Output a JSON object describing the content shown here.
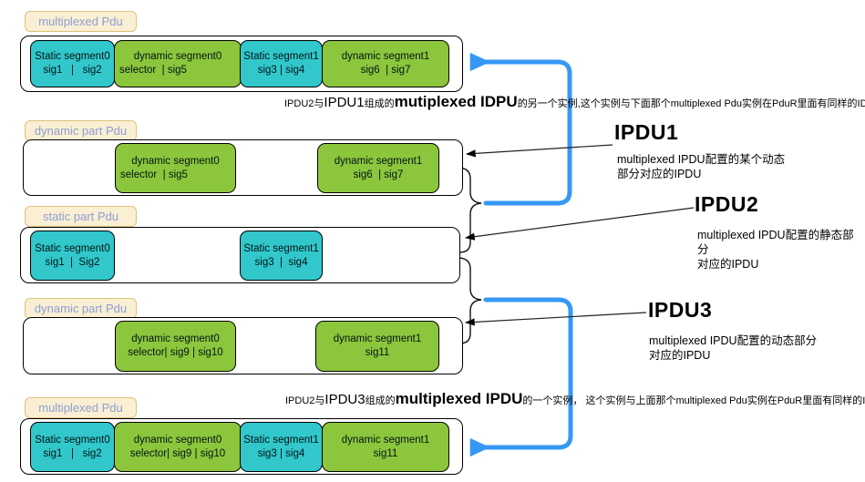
{
  "diagram": {
    "colors": {
      "static_segment": "#31c7cb",
      "dynamic_segment": "#8cc63c",
      "arrow_blue": "#3598f4",
      "label_bg": "#faefd2",
      "label_border": "#dcc27c",
      "label_text": "#8d9ed6"
    },
    "rows": [
      {
        "label": "multiplexed Pdu",
        "segments": [
          {
            "type": "static",
            "line1": "Static segment0",
            "line2": "sig1   |   sig2"
          },
          {
            "type": "dynamic",
            "line1": "dynamic segment0",
            "line2": "selector  | sig5"
          },
          {
            "type": "static",
            "line1": "Static segment1",
            "line2": "sig3 | sig4"
          },
          {
            "type": "dynamic",
            "line1": "dynamic segment1",
            "line2": "sig6  | sig7"
          }
        ]
      },
      {
        "label": "dynamic part Pdu",
        "segments": [
          {
            "type": "dynamic",
            "line1": "dynamic segment0",
            "line2": "selector  | sig5"
          },
          {
            "type": "dynamic",
            "line1": "dynamic segment1",
            "line2": "sig6  | sig7"
          }
        ]
      },
      {
        "label": "static part Pdu",
        "segments": [
          {
            "type": "static",
            "line1": "Static segment0",
            "line2": "sig1  |  Sig2"
          },
          {
            "type": "static",
            "line1": "Static segment1",
            "line2": "sig3  |  sig4"
          }
        ]
      },
      {
        "label": "dynamic part Pdu",
        "segments": [
          {
            "type": "dynamic",
            "line1": "dynamic segment0",
            "line2": "selector| sig9 | sig10"
          },
          {
            "type": "dynamic",
            "line1": "dynamic segment1",
            "line2": "sig11"
          }
        ]
      },
      {
        "label": "multiplexed Pdu",
        "segments": [
          {
            "type": "static",
            "line1": "Static segment0",
            "line2": "sig1   |   sig2"
          },
          {
            "type": "dynamic",
            "line1": "dynamic segment0",
            "line2": "selector| sig9 | sig10"
          },
          {
            "type": "static",
            "line1": "Static segment1",
            "line2": "sig3 | sig4"
          },
          {
            "type": "dynamic",
            "line1": "dynamic segment1",
            "line2": "sig11"
          }
        ]
      }
    ],
    "annotations": {
      "top": {
        "p1": "IPDU2与",
        "p2": "IPDU1",
        "p3": "组成的",
        "p4": "mutiplexed IDPU",
        "p5": "的另一个实例,这个实例与下面那个multiplexed Pdu实例在PduR里面有同样的ID"
      },
      "bottom": {
        "p1": "IPDU2与",
        "p2": "IPDU3",
        "p3": "组成的",
        "p4": "multiplexed IPDU",
        "p5": "的一个实例， 这个实例与上面那个multiplexed Pdu实例在PduR里面有同样的ID"
      }
    },
    "callouts": [
      {
        "title": "IPDU1",
        "desc_line1": "multiplexed IPDU配置的某个动态",
        "desc_line2": "部分对应的IPDU"
      },
      {
        "title": "IPDU2",
        "desc_line1": "multiplexed IPDU配置的静态部分",
        "desc_line2": "对应的IPDU"
      },
      {
        "title": "IPDU3",
        "desc_line1": "multiplexed IPDU配置的动态部分",
        "desc_line2": "对应的IPDU"
      }
    ]
  }
}
